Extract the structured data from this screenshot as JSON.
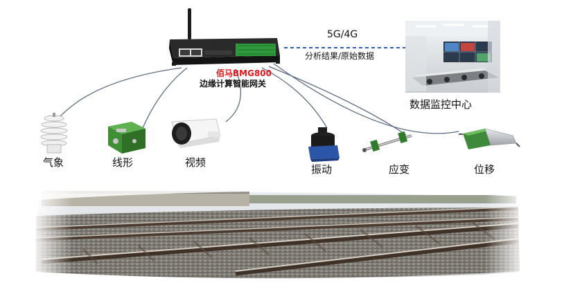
{
  "gateway": {
    "brand": "佰马BMG800",
    "name": "边缘计算智能网关"
  },
  "link": {
    "protocol": "5G/4G",
    "description": "分析结果/原始数据",
    "color": "#2f5bb7"
  },
  "monitor_center": {
    "label": "数据监控中心"
  },
  "sensors": [
    {
      "id": "weather",
      "label": "气象"
    },
    {
      "id": "alignment",
      "label": "线形"
    },
    {
      "id": "video",
      "label": "视频"
    },
    {
      "id": "vibration",
      "label": "振动"
    },
    {
      "id": "strain",
      "label": "应变"
    },
    {
      "id": "displacement",
      "label": "位移"
    }
  ],
  "colors": {
    "brand_red": "#e0161b",
    "gateway_body": "#1c1c1c",
    "terminal_green": "#2e9a3c",
    "cable": "#5d6b82",
    "sensor_green": "#3f8f34"
  }
}
